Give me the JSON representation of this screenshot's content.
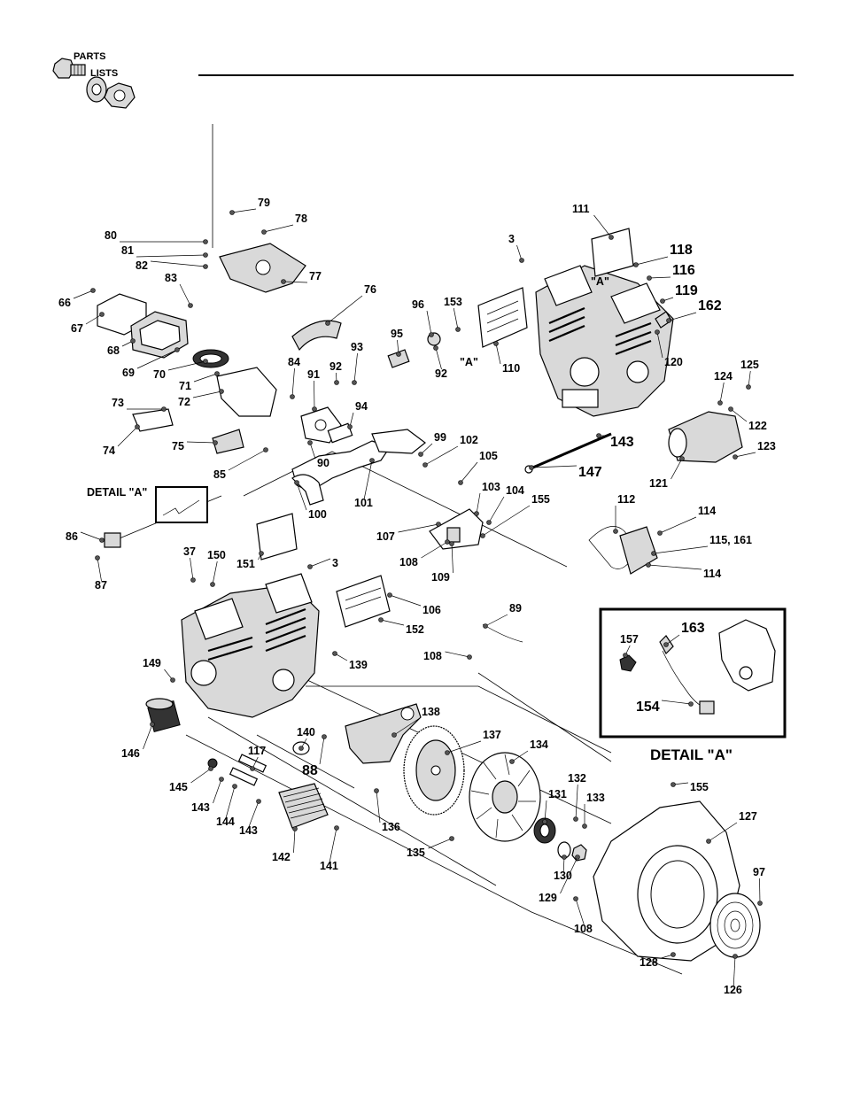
{
  "header": {
    "logo_line1": "PARTS",
    "logo_line2": "LISTS"
  },
  "detail_a": {
    "title": "DETAIL \"A\"",
    "callout": "DETAIL \"A\"",
    "ref_a1": "\"A\"",
    "ref_a2": "\"A\""
  },
  "callouts": [
    {
      "id": "c79",
      "label": "79"
    },
    {
      "id": "c78",
      "label": "78"
    },
    {
      "id": "c80",
      "label": "80"
    },
    {
      "id": "c81",
      "label": "81"
    },
    {
      "id": "c82",
      "label": "82"
    },
    {
      "id": "c77",
      "label": "77"
    },
    {
      "id": "c83",
      "label": "83"
    },
    {
      "id": "c76",
      "label": "76"
    },
    {
      "id": "c66",
      "label": "66"
    },
    {
      "id": "c67",
      "label": "67"
    },
    {
      "id": "c68",
      "label": "68"
    },
    {
      "id": "c69",
      "label": "69"
    },
    {
      "id": "c70",
      "label": "70"
    },
    {
      "id": "c71",
      "label": "71"
    },
    {
      "id": "c72",
      "label": "72"
    },
    {
      "id": "c73",
      "label": "73"
    },
    {
      "id": "c74",
      "label": "74"
    },
    {
      "id": "c75",
      "label": "75"
    },
    {
      "id": "c84",
      "label": "84"
    },
    {
      "id": "c85",
      "label": "85"
    },
    {
      "id": "c90",
      "label": "90"
    },
    {
      "id": "c91",
      "label": "91"
    },
    {
      "id": "c92a",
      "label": "92"
    },
    {
      "id": "c92b",
      "label": "92"
    },
    {
      "id": "c93",
      "label": "93"
    },
    {
      "id": "c94",
      "label": "94"
    },
    {
      "id": "c95",
      "label": "95"
    },
    {
      "id": "c96",
      "label": "96"
    },
    {
      "id": "c153",
      "label": "153"
    },
    {
      "id": "c3a",
      "label": "3"
    },
    {
      "id": "c110",
      "label": "110"
    },
    {
      "id": "c111",
      "label": "111"
    },
    {
      "id": "c118",
      "label": "118"
    },
    {
      "id": "c116",
      "label": "116"
    },
    {
      "id": "c119",
      "label": "119"
    },
    {
      "id": "c162",
      "label": "162"
    },
    {
      "id": "c120",
      "label": "120"
    },
    {
      "id": "c124",
      "label": "124"
    },
    {
      "id": "c125",
      "label": "125"
    },
    {
      "id": "c122",
      "label": "122"
    },
    {
      "id": "c123",
      "label": "123"
    },
    {
      "id": "c121",
      "label": "121"
    },
    {
      "id": "c143a",
      "label": "143"
    },
    {
      "id": "c147",
      "label": "147"
    },
    {
      "id": "c99",
      "label": "99"
    },
    {
      "id": "c102",
      "label": "102"
    },
    {
      "id": "c105",
      "label": "105"
    },
    {
      "id": "c103",
      "label": "103"
    },
    {
      "id": "c104",
      "label": "104"
    },
    {
      "id": "c155a",
      "label": "155"
    },
    {
      "id": "c100",
      "label": "100"
    },
    {
      "id": "c101",
      "label": "101"
    },
    {
      "id": "c107",
      "label": "107"
    },
    {
      "id": "c108a",
      "label": "108"
    },
    {
      "id": "c109",
      "label": "109"
    },
    {
      "id": "c112",
      "label": "112"
    },
    {
      "id": "c114a",
      "label": "114"
    },
    {
      "id": "c115",
      "label": "115, 161"
    },
    {
      "id": "c114b",
      "label": "114"
    },
    {
      "id": "c86",
      "label": "86"
    },
    {
      "id": "c87",
      "label": "87"
    },
    {
      "id": "c37",
      "label": "37"
    },
    {
      "id": "c150",
      "label": "150"
    },
    {
      "id": "c151",
      "label": "151"
    },
    {
      "id": "c3b",
      "label": "3"
    },
    {
      "id": "c106",
      "label": "106"
    },
    {
      "id": "c152",
      "label": "152"
    },
    {
      "id": "c89",
      "label": "89"
    },
    {
      "id": "c139",
      "label": "139"
    },
    {
      "id": "c149",
      "label": "149"
    },
    {
      "id": "c108b",
      "label": "108"
    },
    {
      "id": "c157",
      "label": "157"
    },
    {
      "id": "c163",
      "label": "163"
    },
    {
      "id": "c154",
      "label": "154"
    },
    {
      "id": "c138",
      "label": "138"
    },
    {
      "id": "c140",
      "label": "140"
    },
    {
      "id": "c88",
      "label": "88"
    },
    {
      "id": "c137",
      "label": "137"
    },
    {
      "id": "c134",
      "label": "134"
    },
    {
      "id": "c146",
      "label": "146"
    },
    {
      "id": "c117",
      "label": "117"
    },
    {
      "id": "c145",
      "label": "145"
    },
    {
      "id": "c143b",
      "label": "143"
    },
    {
      "id": "c144",
      "label": "144"
    },
    {
      "id": "c143c",
      "label": "143"
    },
    {
      "id": "c136",
      "label": "136"
    },
    {
      "id": "c142",
      "label": "142"
    },
    {
      "id": "c141",
      "label": "141"
    },
    {
      "id": "c135",
      "label": "135"
    },
    {
      "id": "c131",
      "label": "131"
    },
    {
      "id": "c132",
      "label": "132"
    },
    {
      "id": "c133",
      "label": "133"
    },
    {
      "id": "c130",
      "label": "130"
    },
    {
      "id": "c129",
      "label": "129"
    },
    {
      "id": "c155b",
      "label": "155"
    },
    {
      "id": "c127",
      "label": "127"
    },
    {
      "id": "c97",
      "label": "97"
    },
    {
      "id": "c108c",
      "label": "108"
    },
    {
      "id": "c128",
      "label": "128"
    },
    {
      "id": "c126",
      "label": "126"
    }
  ]
}
